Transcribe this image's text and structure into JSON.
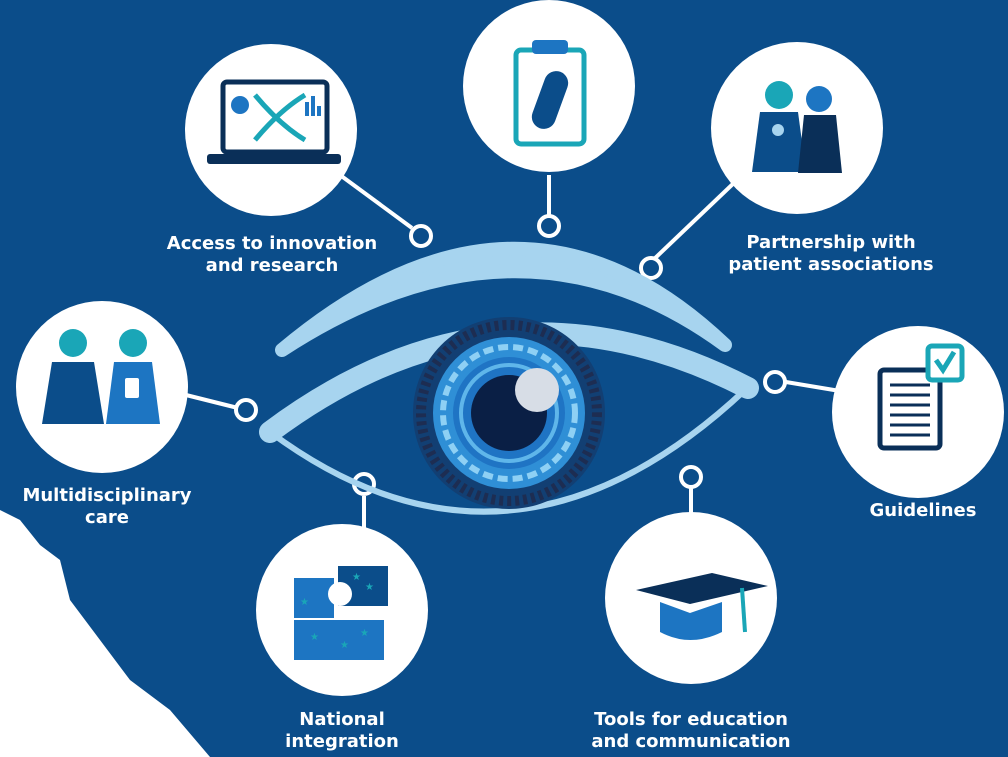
{
  "colors": {
    "background": "#0b4d8a",
    "light_blue": "#a7d4ef",
    "mid_blue": "#1d75c2",
    "dark_navy": "#0a2f58",
    "teal": "#1aa6b7",
    "white": "#ffffff"
  },
  "nodes": [
    {
      "id": "innovation",
      "icon": "laptop-dna-icon",
      "lines": [
        "Access to innovation",
        "and research"
      ]
    },
    {
      "id": "clipboard",
      "icon": "clipboard-pill-icon",
      "lines": []
    },
    {
      "id": "partnership",
      "icon": "people-pair-icon",
      "lines": [
        "Partnership with",
        "patient associations"
      ]
    },
    {
      "id": "multidisciplinary",
      "icon": "doctor-nurse-icon",
      "lines": [
        "Multidisciplinary",
        "care"
      ]
    },
    {
      "id": "guidelines",
      "icon": "document-check-icon",
      "lines": [
        "Guidelines"
      ]
    },
    {
      "id": "national",
      "icon": "puzzle-eu-stars-icon",
      "lines": [
        "National",
        "integration"
      ]
    },
    {
      "id": "education",
      "icon": "graduation-cap-icon",
      "lines": [
        "Tools for education",
        "and communication"
      ]
    }
  ]
}
